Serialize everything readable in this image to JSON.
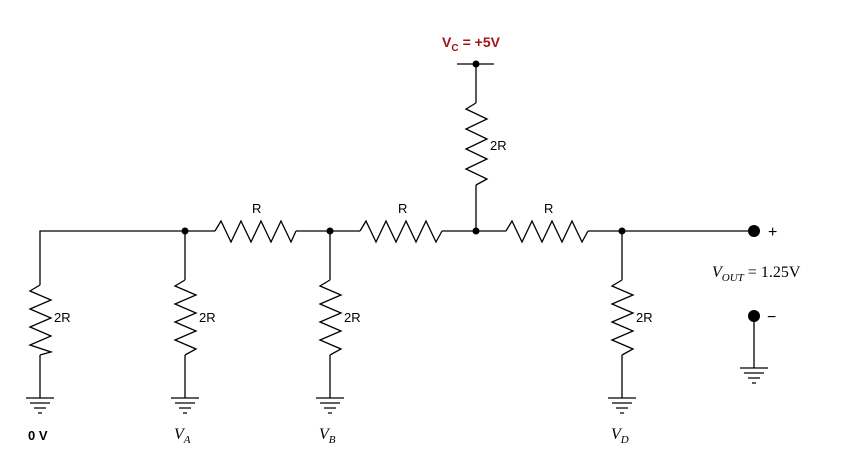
{
  "supply": {
    "prefix": "V",
    "subscript": "C",
    "value": "= +5V",
    "color": "#a31515"
  },
  "resistors": {
    "r_ladder_1": "R",
    "r_ladder_2": "R",
    "r_ladder_3": "R",
    "r_top": "2R",
    "r_shunt_0": "2R",
    "r_shunt_a": "2R",
    "r_shunt_b": "2R",
    "r_shunt_d": "2R"
  },
  "inputs": {
    "v0": "0 V",
    "va_main": "V",
    "va_sub": "A",
    "vb_main": "V",
    "vb_sub": "B",
    "vd_main": "V",
    "vd_sub": "D"
  },
  "output": {
    "main": "V",
    "sub": "OUT",
    "value": " = 1.25V",
    "plus": "+",
    "minus": "−"
  }
}
